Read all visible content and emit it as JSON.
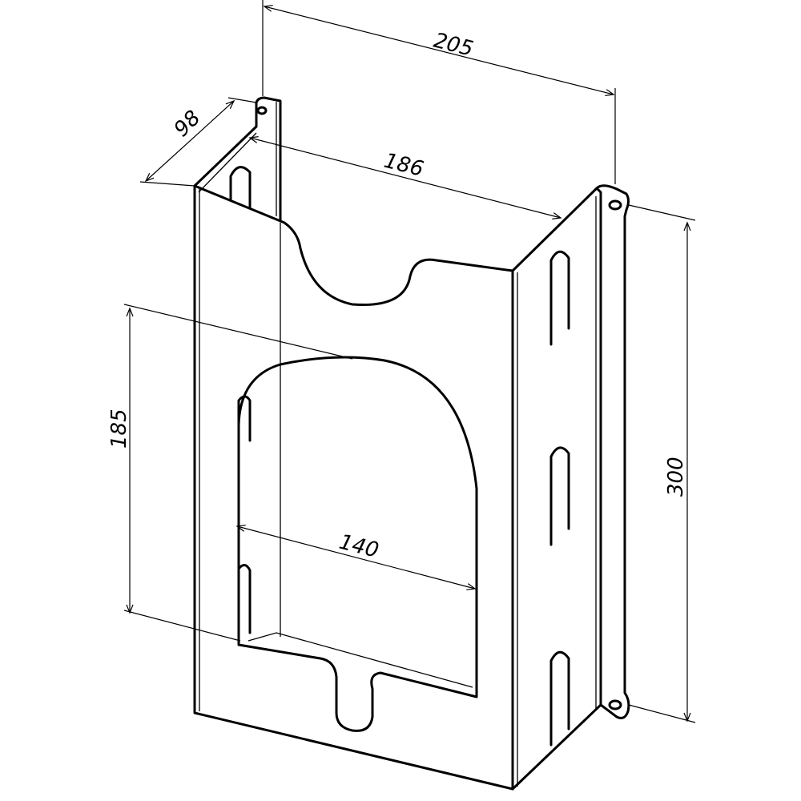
{
  "drawing": {
    "dimensions": {
      "overall_width": "205",
      "depth": "98",
      "inner_width": "186",
      "window_height": "185",
      "overall_height": "300",
      "window_width": "140"
    },
    "line_color": "#000000",
    "background": "#ffffff"
  }
}
